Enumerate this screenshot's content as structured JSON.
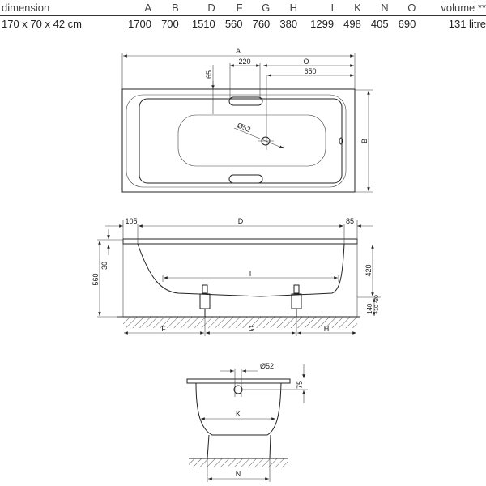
{
  "table": {
    "headers": [
      "dimension",
      "A",
      "B",
      "D",
      "F",
      "G",
      "H",
      "I",
      "K",
      "N",
      "O",
      "volume **"
    ],
    "rows": [
      [
        "170 x 70 x 42 cm",
        "1700",
        "700",
        "1510",
        "560",
        "760",
        "380",
        "1299",
        "498",
        "405",
        "690",
        "131 litre"
      ]
    ]
  },
  "top_view": {
    "A": "A",
    "B": "B",
    "O": "O",
    "d220": "220",
    "d650": "650",
    "d65": "65",
    "drain": "Ø52"
  },
  "side_view": {
    "d105": "105",
    "D": "D",
    "d85": "85",
    "I": "I",
    "d560": "560",
    "d30": "30",
    "d420": "420",
    "d140": "140",
    "tol": "+10 -30",
    "F": "F",
    "G": "G",
    "H": "H"
  },
  "end_view": {
    "drain": "Ø52",
    "d75": "75",
    "K": "K",
    "N": "N"
  }
}
